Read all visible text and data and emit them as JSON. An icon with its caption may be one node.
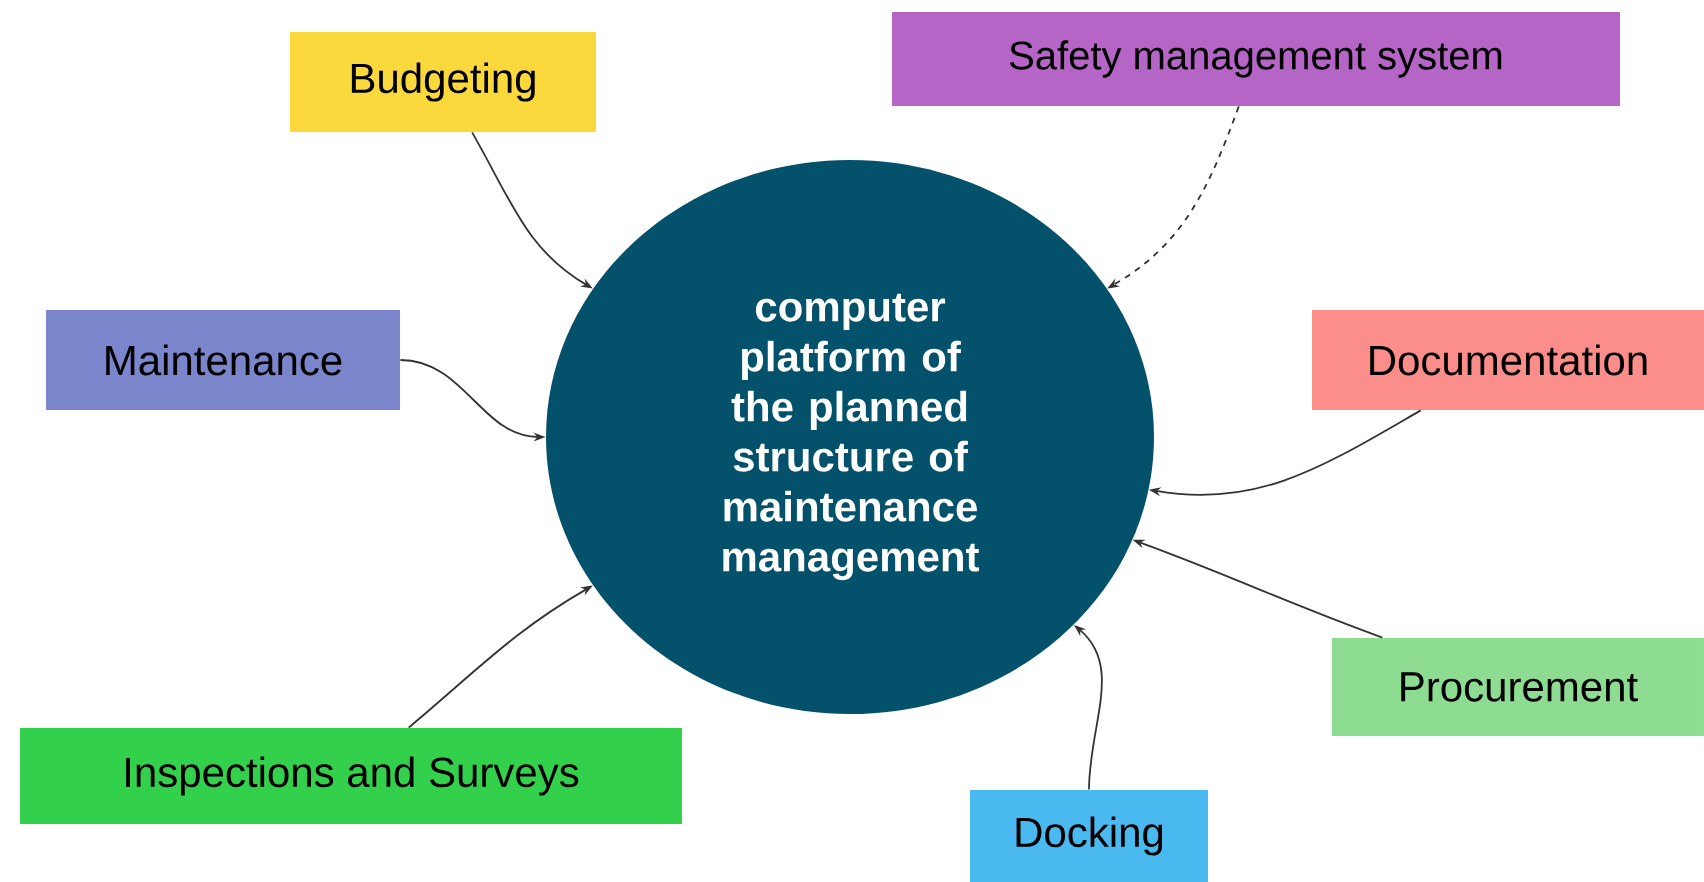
{
  "diagram": {
    "nodes": [
      {
        "text": [
          "computer platform of the planned structure of maintenance management"
        ]
      },
      {
        "text": [
          "Budgeting"
        ]
      },
      {
        "text": [
          "Safety management system"
        ]
      },
      {
        "text": [
          "Maintenance"
        ]
      },
      {
        "text": [
          "Documentation"
        ]
      },
      {
        "text": [
          "Inspections and Surveys"
        ]
      },
      {
        "text": [
          "Procurement"
        ]
      },
      {
        "text": [
          "Docking"
        ]
      }
    ],
    "edges": [
      {
        "from": 1,
        "to": 0,
        "arrow": "to"
      },
      {
        "from": 2,
        "to": 0,
        "arrow": "to",
        "style": "dashed"
      },
      {
        "from": 3,
        "to": 0,
        "arrow": "to"
      },
      {
        "from": 4,
        "to": 0,
        "arrow": "to"
      },
      {
        "from": 5,
        "to": 0,
        "arrow": "to"
      },
      {
        "from": 6,
        "to": 0,
        "arrow": "to"
      },
      {
        "from": 7,
        "to": 0,
        "arrow": "to"
      }
    ]
  }
}
